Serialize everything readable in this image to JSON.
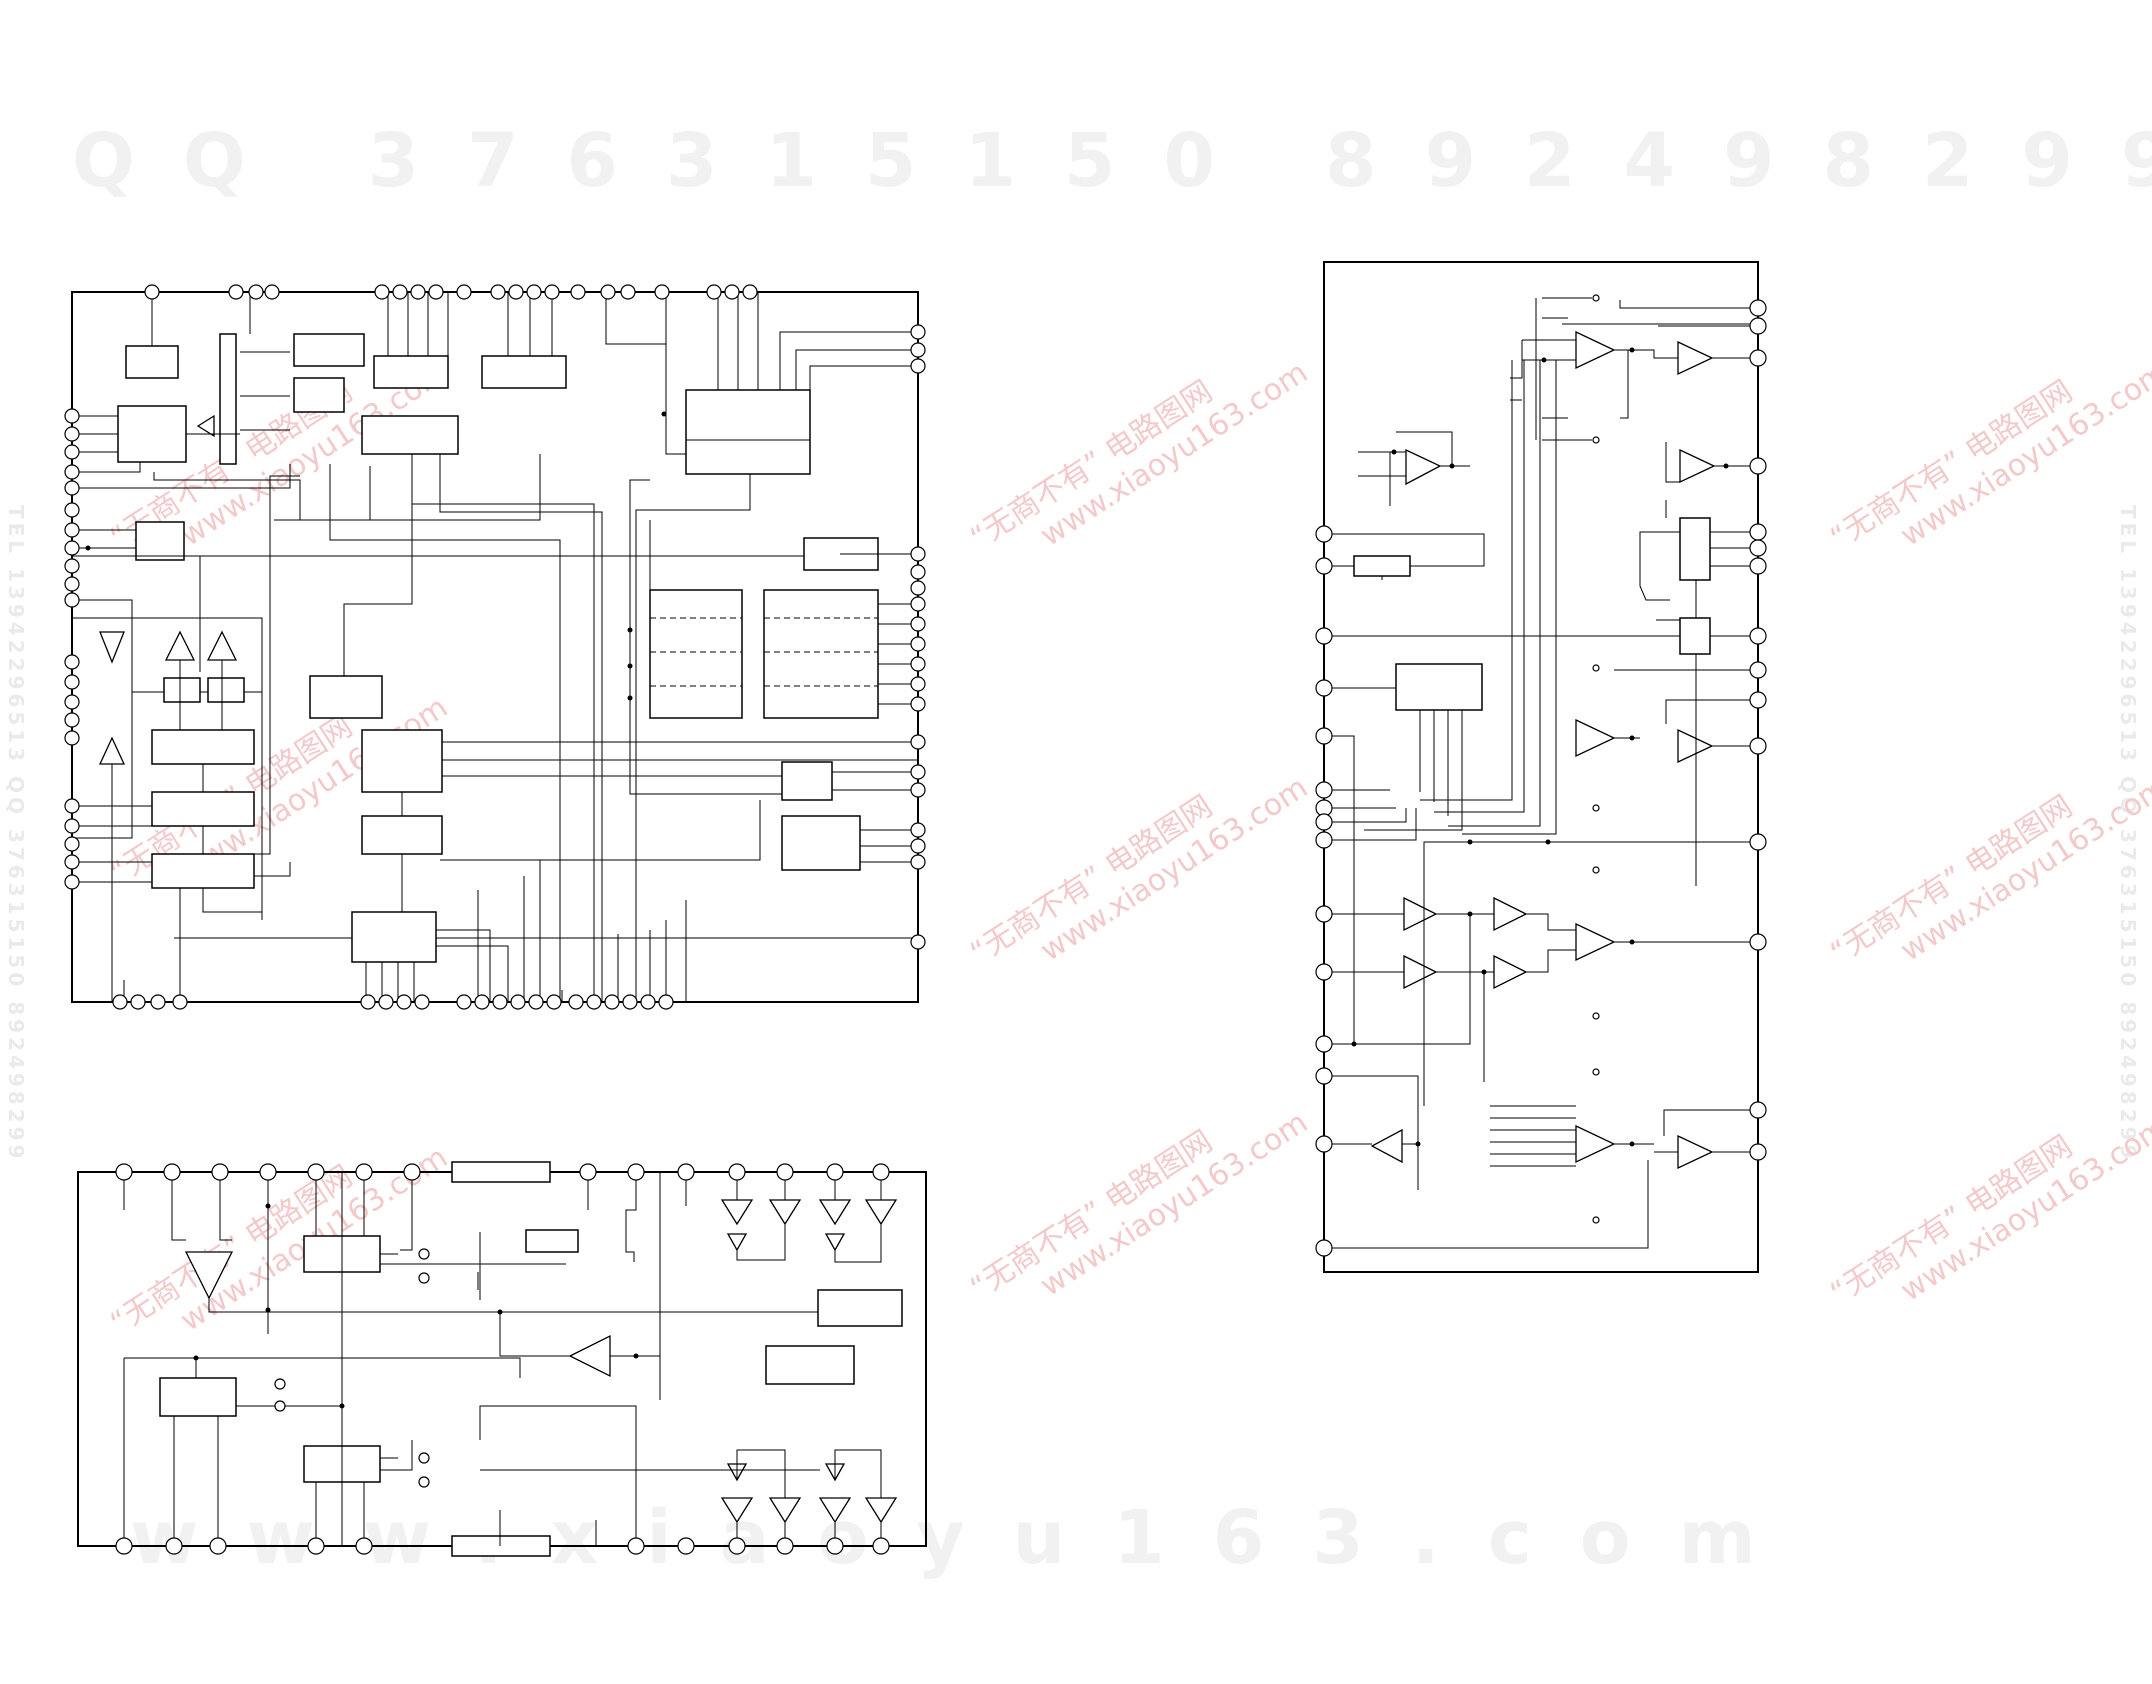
{
  "watermarks": {
    "qq_line": "QQ 376315150",
    "phone_line": "892498299",
    "site_line": "www.xiaoyu163.com",
    "stamp_cn": "“无商不有” 电路图网",
    "stamp_url": "www.xiaoyu163.com",
    "side_text": "TEL 13942296513  QQ 376315150  892498299"
  },
  "colors": {
    "line": "#000000",
    "watermark_gray": "#f1f1f1",
    "watermark_red": "#f3c9c9"
  }
}
